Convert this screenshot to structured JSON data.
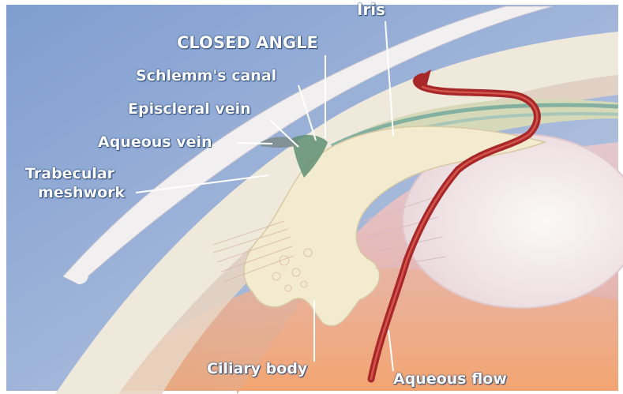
{
  "labels": {
    "iris": "Iris",
    "closed_angle": "CLOSED ANGLE",
    "schlemms_canal": "Schlemm's canal",
    "episcleral_vein": "Episcleral vein",
    "aqueous_vein": "Aqueous vein",
    "trabecular_line1": "Trabecular",
    "trabecular_line2": "meshwork",
    "ciliary_body": "Ciliary body",
    "aqueous_flow": "Aqueous flow"
  },
  "colors": {
    "background_blue": "#8fa8d2",
    "sclera": "#f4f1ea",
    "iris_tissue": "#f1e9c8",
    "aqueous_flow_arrow": "#a8282a",
    "lens": "#f6f0f0"
  }
}
